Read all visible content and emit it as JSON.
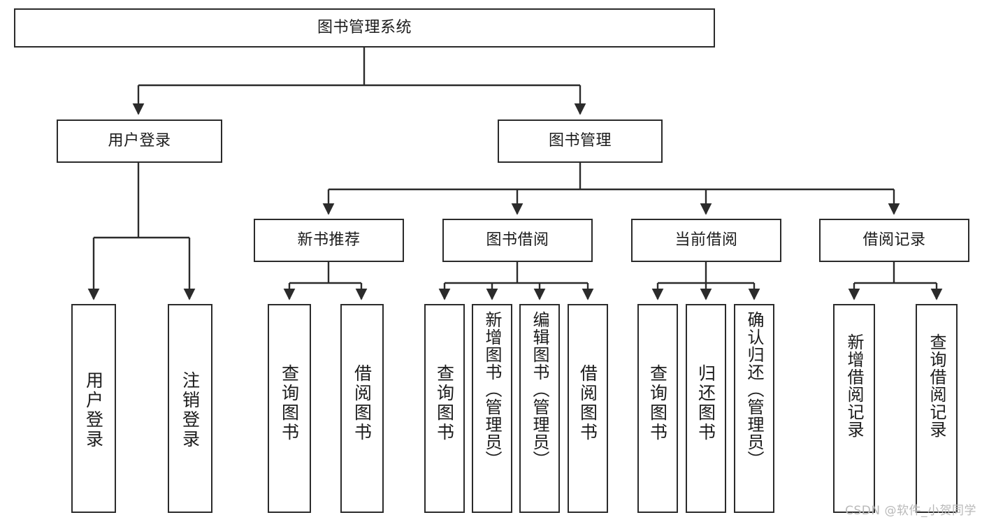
{
  "diagram": {
    "title": "图书管理系统",
    "type": "tree-hierarchy-chart",
    "root": {
      "label": "图书管理系统"
    },
    "level2": [
      {
        "label": "用户登录"
      },
      {
        "label": "图书管理"
      }
    ],
    "level3": [
      {
        "label": "新书推荐"
      },
      {
        "label": "图书借阅"
      },
      {
        "label": "当前借阅"
      },
      {
        "label": "借阅记录"
      }
    ],
    "leaves": {
      "user_login": [
        {
          "label": "用户登录"
        },
        {
          "label": "注销登录"
        }
      ],
      "new_book_rec": [
        {
          "label": "查询图书"
        },
        {
          "label": "借阅图书"
        }
      ],
      "book_borrow": [
        {
          "label": "查询图书"
        },
        {
          "label": "新增图书（管理员）"
        },
        {
          "label": "编辑图书（管理员）"
        },
        {
          "label": "借阅图书"
        }
      ],
      "current_borrow": [
        {
          "label": "查询图书"
        },
        {
          "label": "归还图书"
        },
        {
          "label": "确认归还（管理员）"
        }
      ],
      "borrow_record": [
        {
          "label": "新增借阅记录"
        },
        {
          "label": "查询借阅记录"
        }
      ]
    }
  },
  "watermark": {
    "text": "CSDN @软件_小贺同学"
  },
  "colors": {
    "stroke": "#2b2b2b",
    "background": "#ffffff",
    "text": "#1b1b1b",
    "watermark": "#b9b9b9"
  }
}
